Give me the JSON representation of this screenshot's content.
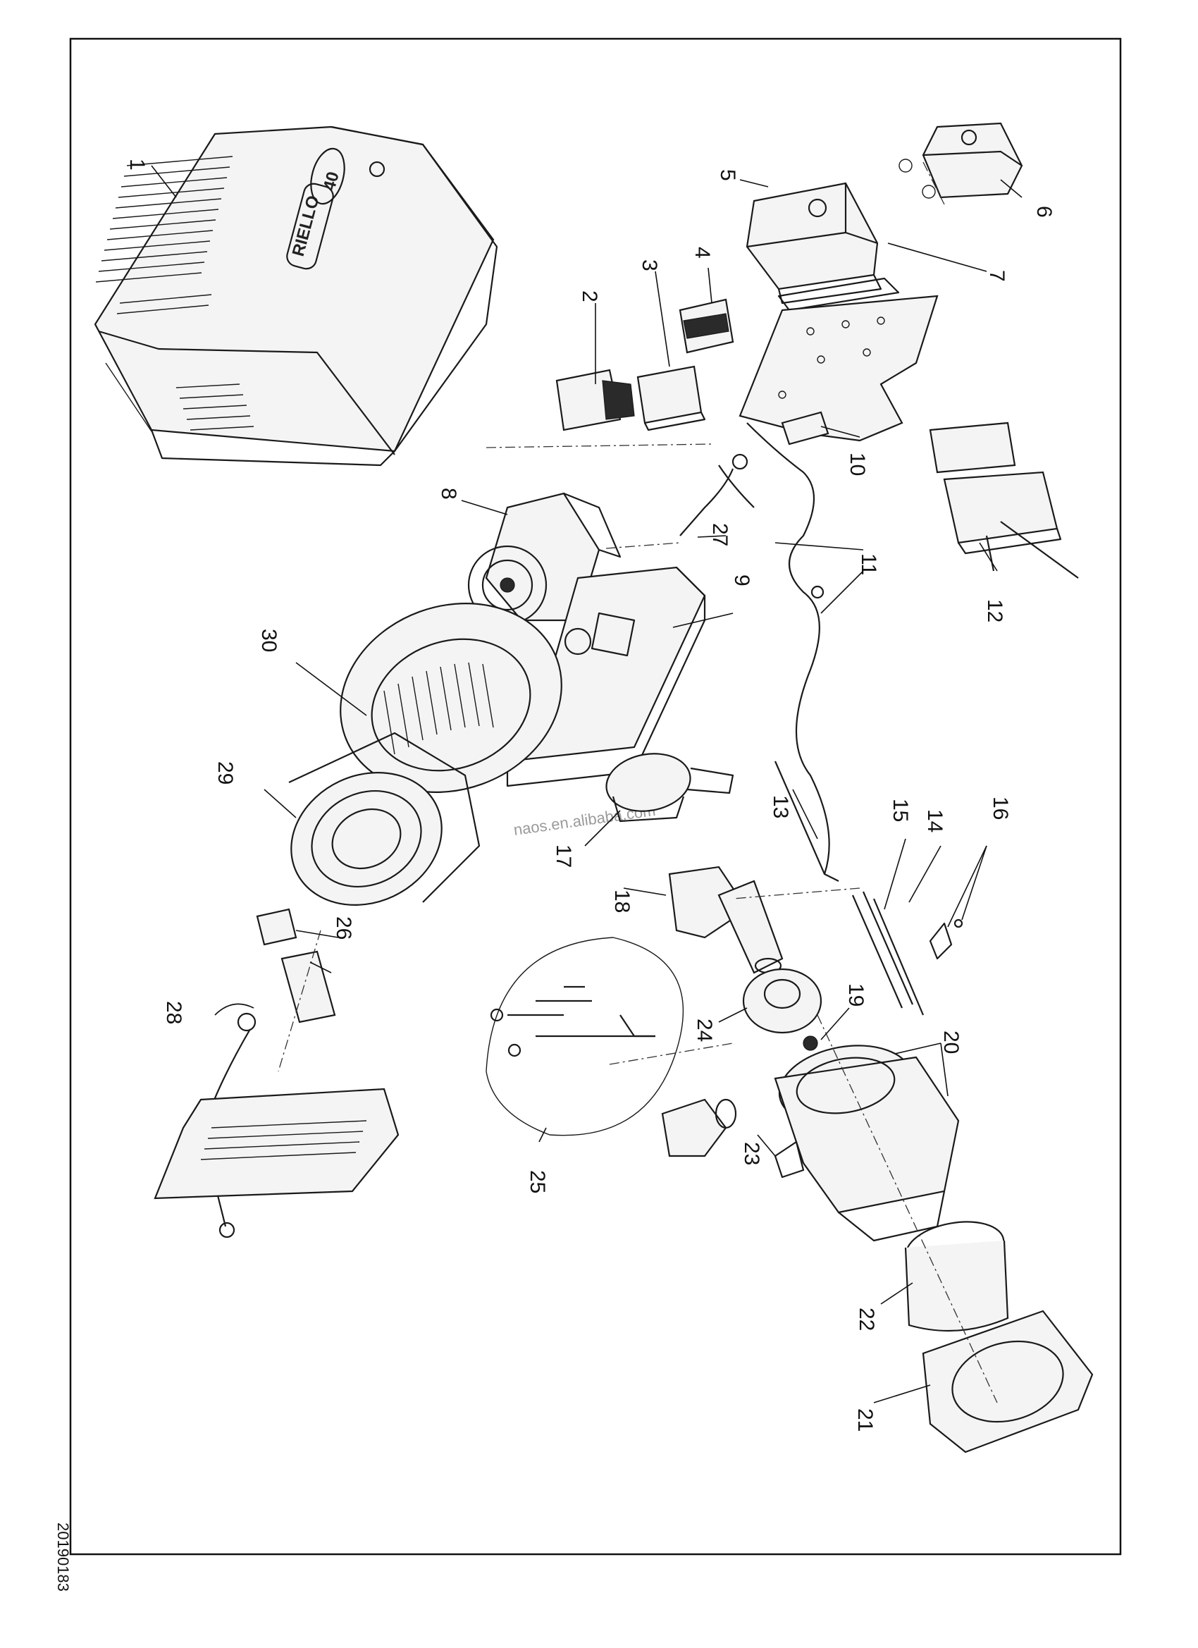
{
  "document": {
    "number": "20190183",
    "watermark": "naos.en.alibaba.com",
    "cover_logo": "RIELLO",
    "cover_model": "40"
  },
  "diagram": {
    "type": "exploded-parts-view",
    "callouts": [
      {
        "id": "1",
        "text": "1"
      },
      {
        "id": "2",
        "text": "2"
      },
      {
        "id": "3",
        "text": "3"
      },
      {
        "id": "4",
        "text": "4"
      },
      {
        "id": "5",
        "text": "5"
      },
      {
        "id": "6",
        "text": "6"
      },
      {
        "id": "7",
        "text": "7"
      },
      {
        "id": "8",
        "text": "8"
      },
      {
        "id": "9",
        "text": "9"
      },
      {
        "id": "10",
        "text": "10"
      },
      {
        "id": "11",
        "text": "11"
      },
      {
        "id": "12",
        "text": "12"
      },
      {
        "id": "13",
        "text": "13"
      },
      {
        "id": "14",
        "text": "14"
      },
      {
        "id": "15",
        "text": "15"
      },
      {
        "id": "16",
        "text": "16"
      },
      {
        "id": "17",
        "text": "17"
      },
      {
        "id": "18",
        "text": "18"
      },
      {
        "id": "19",
        "text": "19"
      },
      {
        "id": "20",
        "text": "20"
      },
      {
        "id": "21",
        "text": "21"
      },
      {
        "id": "22",
        "text": "22"
      },
      {
        "id": "23",
        "text": "23"
      },
      {
        "id": "24",
        "text": "24"
      },
      {
        "id": "25",
        "text": "25"
      },
      {
        "id": "26",
        "text": "26"
      },
      {
        "id": "27",
        "text": "27"
      },
      {
        "id": "28",
        "text": "28"
      },
      {
        "id": "29",
        "text": "29"
      },
      {
        "id": "30",
        "text": "30"
      }
    ]
  }
}
